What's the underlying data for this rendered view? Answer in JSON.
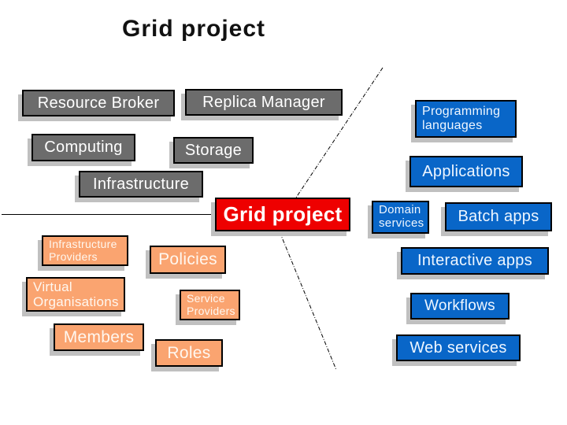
{
  "title": "Grid project",
  "colors": {
    "middleware_gray": "#6C6C6C",
    "application_blue": "#0966C8",
    "governance_orange": "#FAA470",
    "highlight_red": "#EE0000",
    "shadow_gray": "#C0C0C0",
    "border_black": "#000000"
  },
  "middleware_boxes": [
    {
      "label": "Resource Broker"
    },
    {
      "label": "Replica Manager"
    },
    {
      "label": "Computing"
    },
    {
      "label": "Storage"
    },
    {
      "label": "Infrastructure"
    }
  ],
  "center_box": {
    "label": "Grid project"
  },
  "governance_boxes": [
    {
      "label": "Infrastructure\nProviders"
    },
    {
      "label": "Policies"
    },
    {
      "label": "Virtual\nOrganisations"
    },
    {
      "label": "Service\nProviders"
    },
    {
      "label": "Members"
    },
    {
      "label": "Roles"
    }
  ],
  "application_boxes": [
    {
      "label": "Programming\nlanguages"
    },
    {
      "label": "Applications"
    },
    {
      "label": "Domain\nservices"
    },
    {
      "label": "Batch apps"
    },
    {
      "label": "Interactive apps"
    },
    {
      "label": "Workflows"
    },
    {
      "label": "Web services"
    }
  ]
}
